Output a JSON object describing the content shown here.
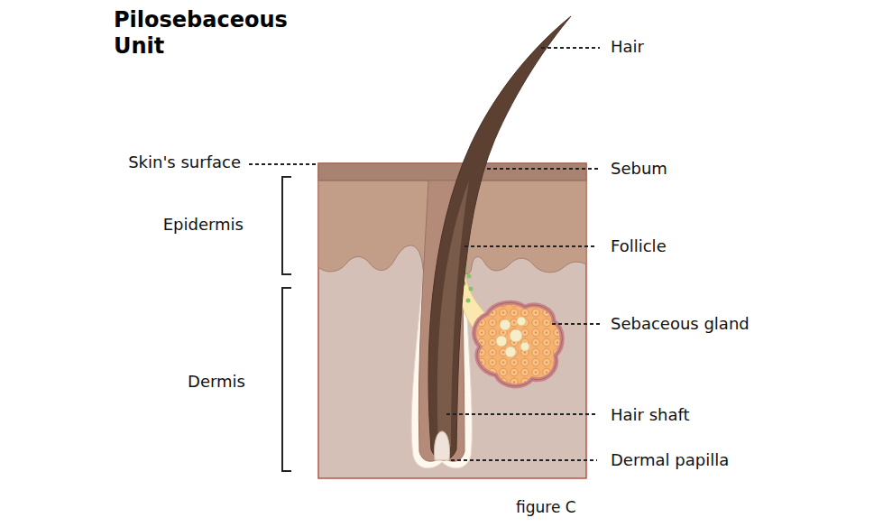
{
  "diagram": {
    "title": "Pilosebaceous Unit",
    "caption": "figure C",
    "labels": [
      "Skin's surface",
      "Epidermis",
      "Dermis",
      "Hair",
      "Sebum",
      "Follicle",
      "Sebaceous gland",
      "Hair shaft",
      "Dermal papilla"
    ]
  }
}
